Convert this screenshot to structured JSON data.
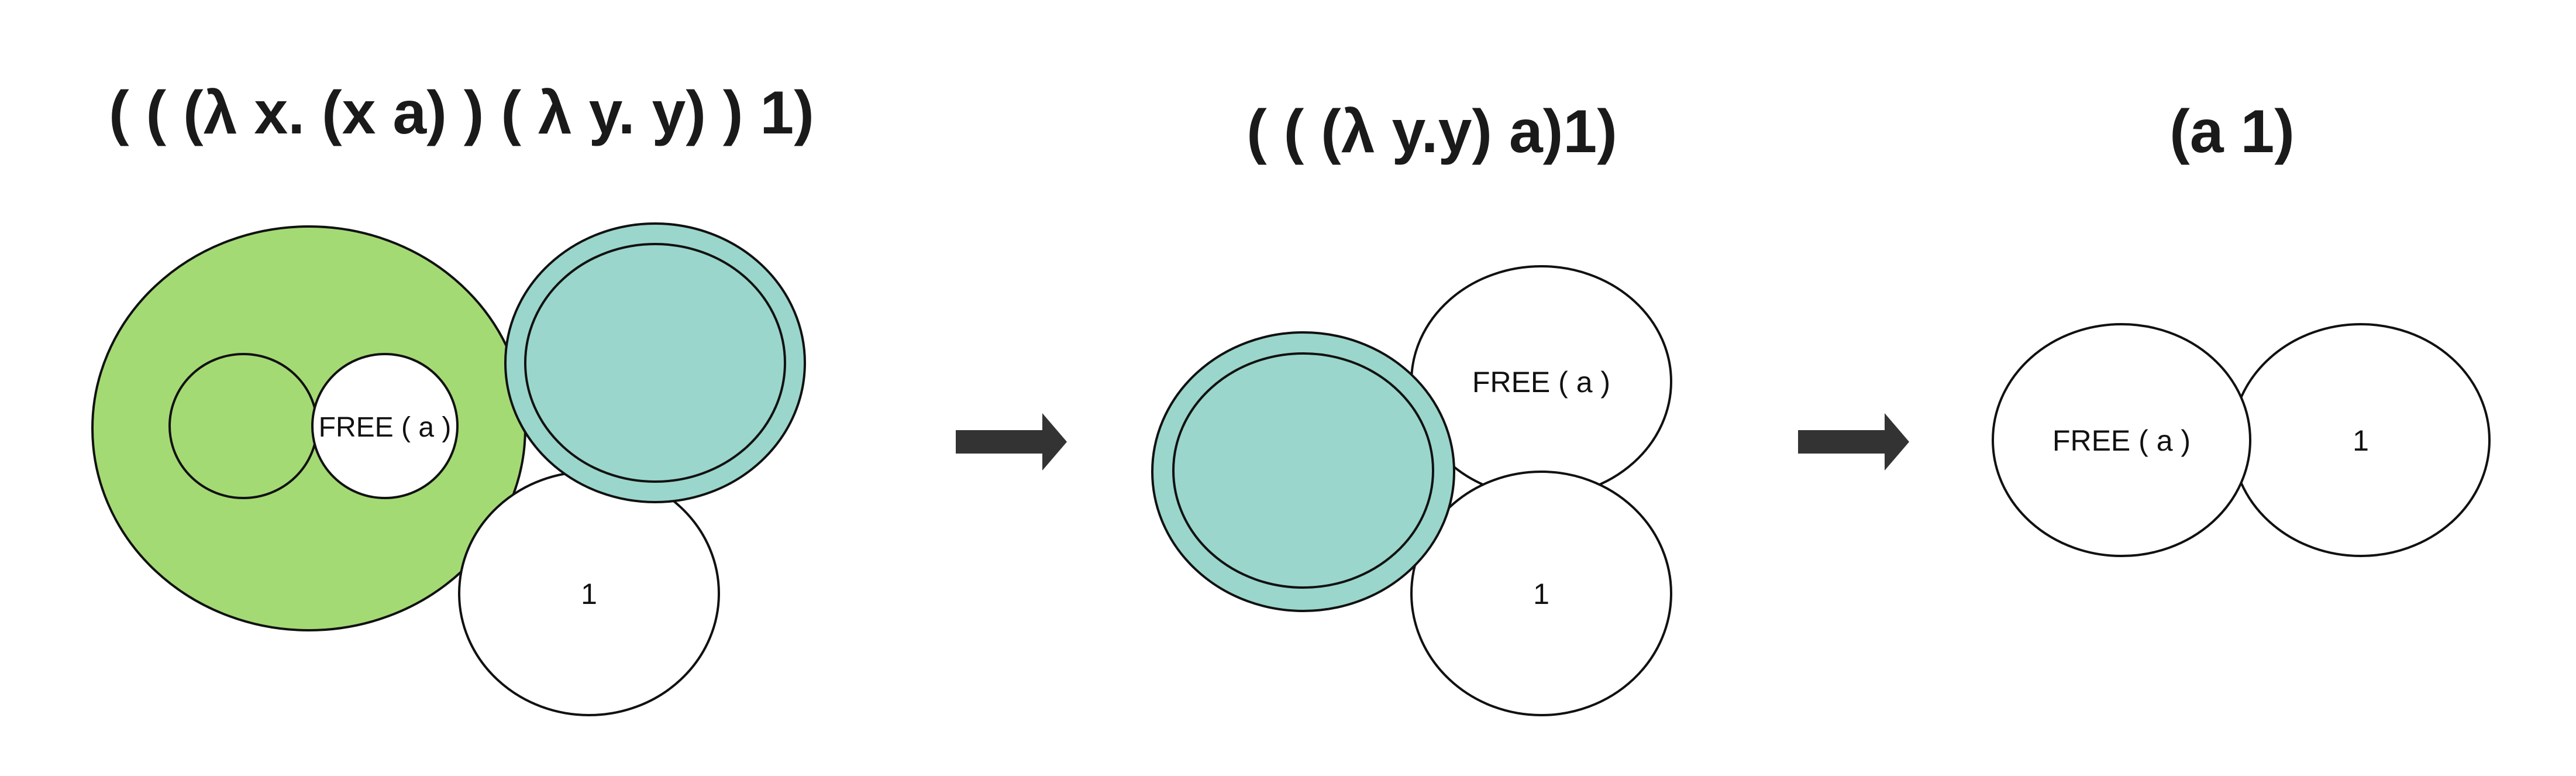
{
  "colors": {
    "green": "#a4da74",
    "teal": "#9ad6cc",
    "white": "#ffffff",
    "stroke": "#111111",
    "arrow": "#333333"
  },
  "stage1": {
    "title": "( ( (λ x. (x a) ) ( λ y. y) ) 1)",
    "free_label": "FREE ( a )",
    "one_label": "1"
  },
  "stage2": {
    "title": "( ( (λ y.y) a)1)",
    "free_label": "FREE ( a )",
    "one_label": "1"
  },
  "stage3": {
    "title": "(a 1)",
    "free_label": "FREE ( a )",
    "one_label": "1"
  },
  "arrows": [
    {
      "icon": "right-arrow-icon"
    },
    {
      "icon": "right-arrow-icon"
    }
  ]
}
